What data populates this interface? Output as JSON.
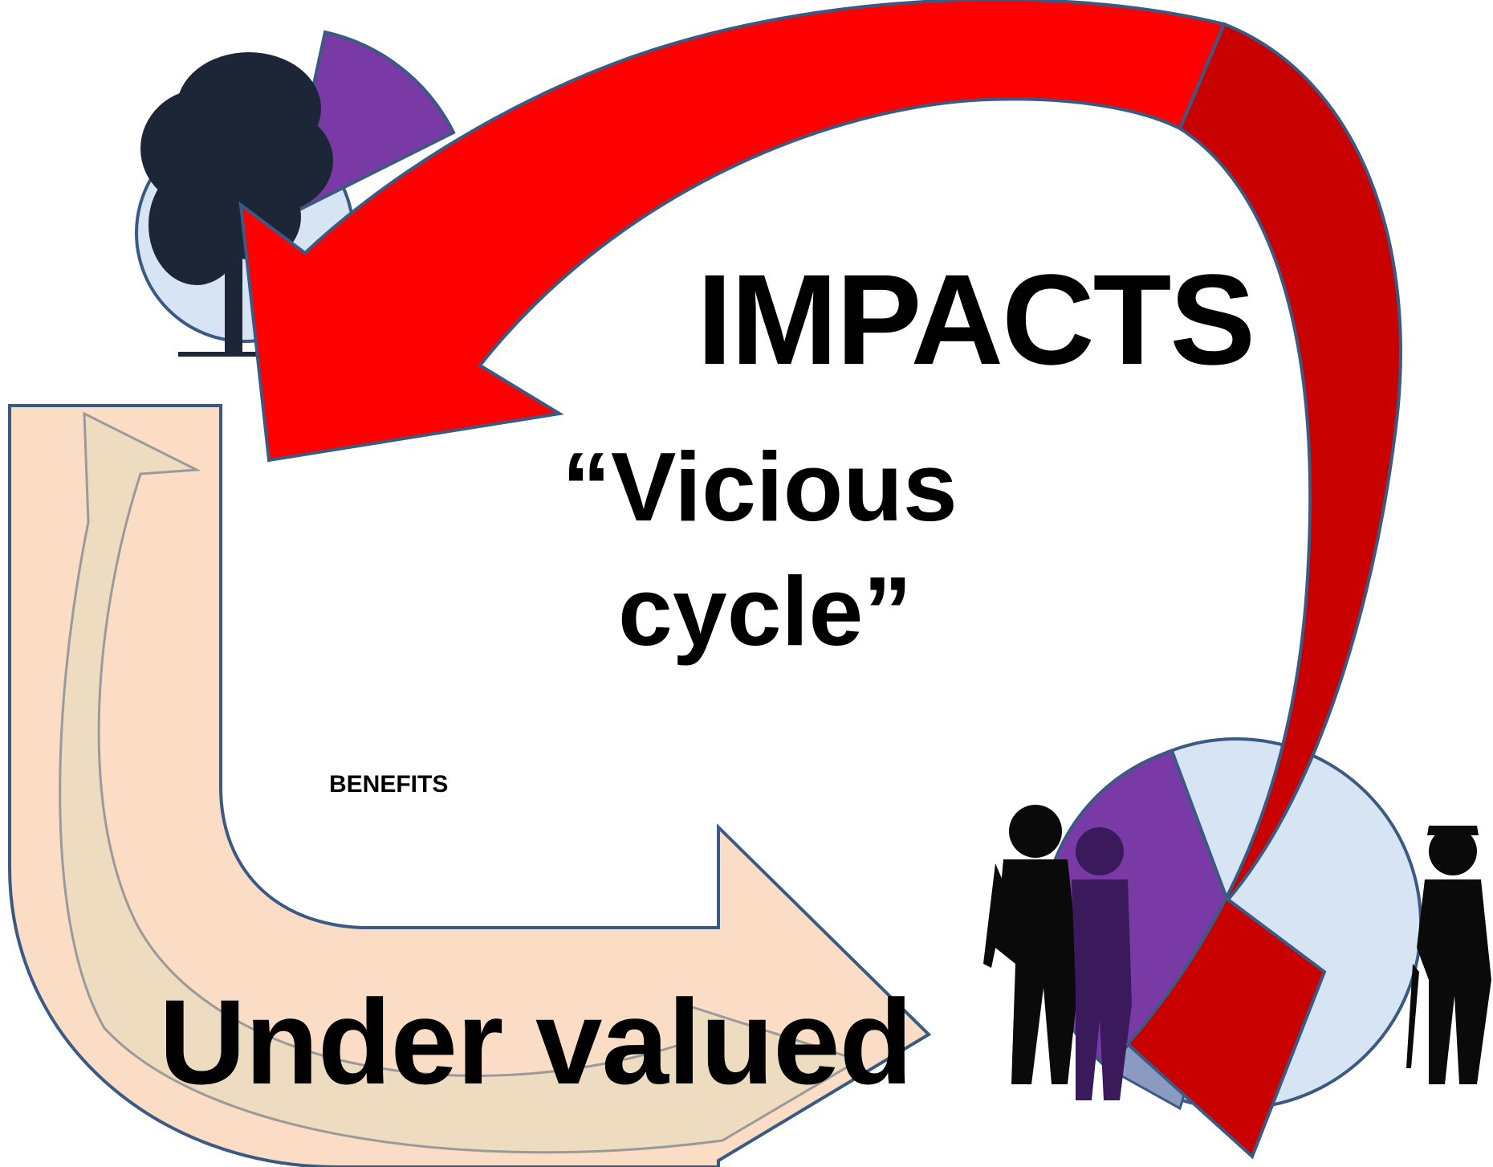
{
  "labels": {
    "impacts": "IMPACTS",
    "vicious_line1": "“Vicious",
    "vicious_line2": "cycle”",
    "benefits": "BENEFITS",
    "under_valued": "Under valued"
  },
  "colors": {
    "red_arrow": "#ff0000",
    "red_arrow_dark": "#c80000",
    "peach_arrow": "#fbdcc4",
    "outline": "#3a5a84",
    "purple": "#7a3aa6",
    "pale_blue": "#d6e4f4",
    "silhouette": "#0a0a0a",
    "tree": "#1c2636"
  },
  "icons": {
    "top_pie": "nature-pie-icon",
    "bottom_pie": "people-pie-icon",
    "tree": "tree-silhouette-icon",
    "people": "people-silhouette-icon"
  }
}
